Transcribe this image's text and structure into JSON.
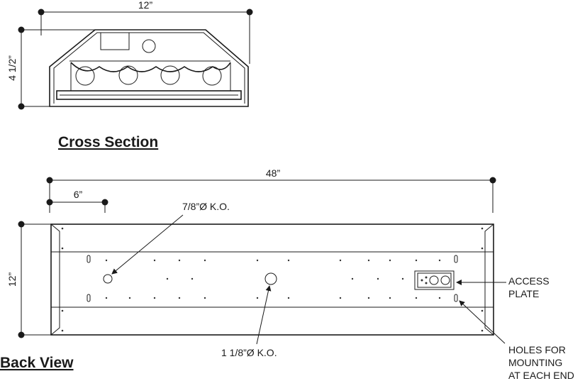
{
  "cross_section": {
    "title": "Cross Section",
    "width_label": "12”",
    "height_label": "4 1/2”"
  },
  "back_view": {
    "title": "Back View",
    "length_label": "48”",
    "offset_label": "6”",
    "width_label": "12”",
    "ko_small_label": "7/8”Ø K.O.",
    "ko_large_label": "1 1/8”Ø K.O.",
    "access_plate_label": [
      "ACCESS",
      "PLATE"
    ],
    "mounting_holes_label": [
      "HOLES FOR",
      "MOUNTING",
      "AT EACH END"
    ]
  }
}
